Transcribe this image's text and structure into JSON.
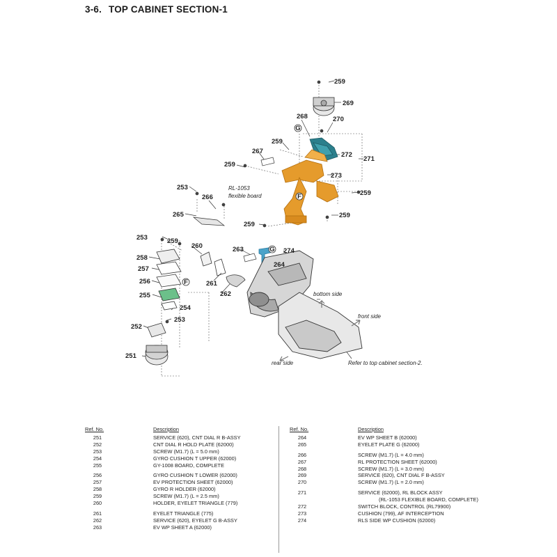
{
  "title": {
    "number": "3-6.",
    "text": "TOP CABINET SECTION-1"
  },
  "diagram": {
    "callouts": [
      "259",
      "269",
      "268",
      "270",
      "267",
      "259",
      "272",
      "271",
      "259",
      "273",
      "253",
      "266",
      "265",
      "259",
      "259",
      "259",
      "253",
      "259",
      "260",
      "263",
      "274",
      "258",
      "264",
      "257",
      "261",
      "256",
      "262",
      "255",
      "254",
      "253",
      "252",
      "251"
    ],
    "notes": {
      "flex_board": "RL-1053\nflexible board",
      "bottom_side": "bottom side",
      "front_side": "front side",
      "rear_side": "rear side",
      "refer": "Refer to top cabinet section-2."
    },
    "marker_g": "G",
    "marker_f": "F"
  },
  "table": {
    "headers": {
      "ref": "Ref. No.",
      "desc": "Description"
    },
    "left": [
      {
        "ref": "251",
        "desc": "SERVICE (620), CNT DIAL R B-ASSY"
      },
      {
        "ref": "252",
        "desc": "CNT DIAL R HOLD PLATE (62000)"
      },
      {
        "ref": "253",
        "desc": "SCREW (M1.7) (L = 5.0 mm)"
      },
      {
        "ref": "254",
        "desc": "GYRO CUSHION T UPPER (62000)"
      },
      {
        "ref": "255",
        "desc": "GY-1008 BOARD, COMPLETE"
      },
      {
        "ref": "256",
        "desc": "GYRO CUSHION T LOWER (62000)"
      },
      {
        "ref": "257",
        "desc": "EV PROTECTION SHEET (62000)"
      },
      {
        "ref": "258",
        "desc": "GYRO R HOLDER (62000)"
      },
      {
        "ref": "259",
        "desc": "SCREW (M1.7) (L = 2.5 mm)"
      },
      {
        "ref": "260",
        "desc": "HOLDER, EYELET TRIANGLE (779)"
      },
      {
        "ref": "261",
        "desc": "EYELET TRIANGLE (775)"
      },
      {
        "ref": "262",
        "desc": "SERVICE (620), EYELET G B-ASSY"
      },
      {
        "ref": "263",
        "desc": "EV WP SHEET A (62000)"
      }
    ],
    "right": [
      {
        "ref": "264",
        "desc": "EV WP SHEET B (62000)"
      },
      {
        "ref": "265",
        "desc": "EYELET PLATE G (62000)"
      },
      {
        "ref": "266",
        "desc": "SCREW (M1.7) (L = 4.0 mm)"
      },
      {
        "ref": "267",
        "desc": "RL PROTECTION SHEET (62000)"
      },
      {
        "ref": "268",
        "desc": "SCREW (M1.7) (L = 3.0 mm)"
      },
      {
        "ref": "269",
        "desc": "SERVICE (620), CNT DIAL F B-ASSY"
      },
      {
        "ref": "270",
        "desc": "SCREW (M1.7) (L = 2.0 mm)"
      },
      {
        "ref": "271",
        "desc": "SERVICE (62000), RL BLOCK ASSY"
      },
      {
        "ref": "",
        "desc": "(RL-1053 FLEXIBLE BOARD, COMPLETE)"
      },
      {
        "ref": "272",
        "desc": "SWITCH BLOCK, CONTROL (RL79900)"
      },
      {
        "ref": "273",
        "desc": "CUSHION (799), AF INTERCEPTION"
      },
      {
        "ref": "274",
        "desc": "RLS SIDE WP CUSHION (62000)"
      }
    ]
  },
  "colors": {
    "flex": "#e59b2c",
    "cyan_flex": "#4aa3c9",
    "teal_block": "#2b7f8c",
    "green_board": "#6cc08a"
  }
}
